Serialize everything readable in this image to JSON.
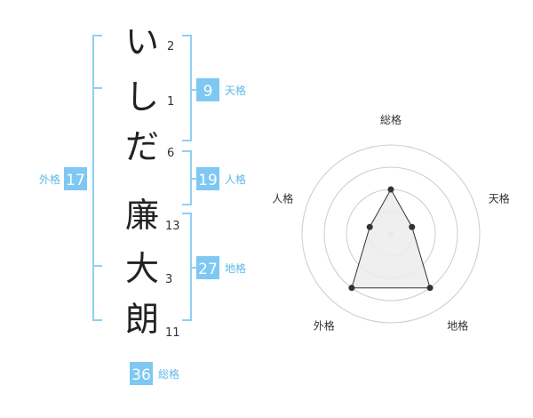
{
  "colors": {
    "accent": "#7ec8f3",
    "bracket": "#8fd0f5",
    "label": "#5fb8e8",
    "grid": "#cccccc",
    "radar_fill": "#ececec",
    "radar_line": "#333333"
  },
  "surname": [
    {
      "char": "い",
      "strokes": "2"
    },
    {
      "char": "し",
      "strokes": "1"
    },
    {
      "char": "だ",
      "strokes": "6"
    }
  ],
  "given": [
    {
      "char": "廉",
      "strokes": "13"
    },
    {
      "char": "大",
      "strokes": "3"
    },
    {
      "char": "朗",
      "strokes": "11"
    }
  ],
  "ten": {
    "value": "9",
    "label": "天格"
  },
  "jin": {
    "value": "19",
    "label": "人格"
  },
  "chi": {
    "value": "27",
    "label": "地格"
  },
  "gai": {
    "value": "17",
    "label": "外格"
  },
  "so": {
    "value": "36",
    "label": "総格"
  },
  "chart_data": {
    "type": "radar",
    "axes": [
      "総格",
      "天格",
      "地格",
      "外格",
      "人格"
    ],
    "rings": 4,
    "max": 4,
    "values": [
      2.0,
      1.0,
      3.0,
      3.0,
      1.0
    ],
    "grid": true
  }
}
